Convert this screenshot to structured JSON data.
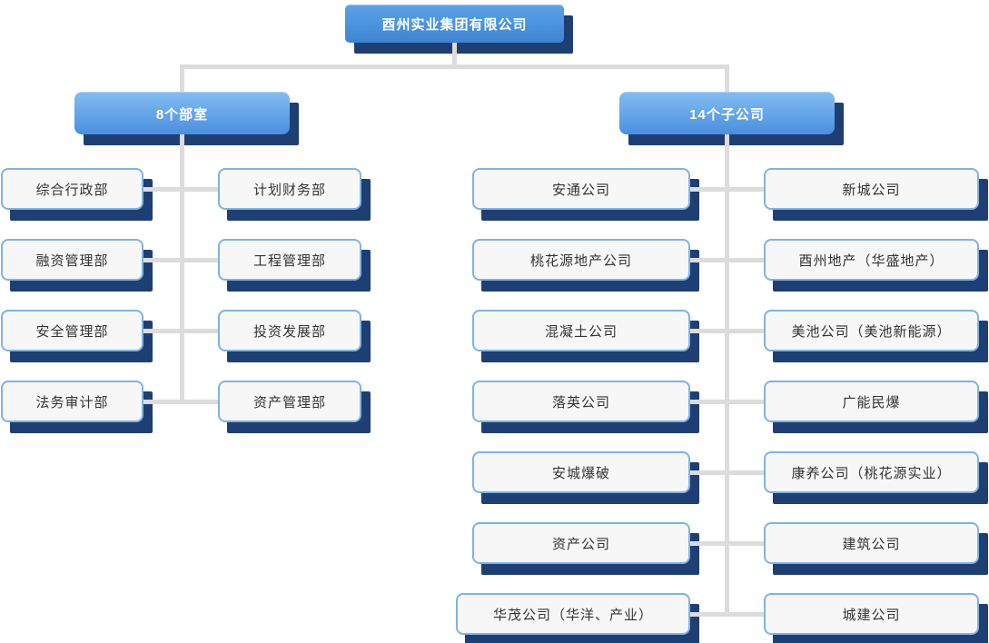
{
  "org": {
    "root_label": "酉州实业集团有限公司",
    "departments": {
      "header": "8个部室",
      "left_column": [
        "综合行政部",
        "融资管理部",
        "安全管理部",
        "法务审计部"
      ],
      "right_column": [
        "计划财务部",
        "工程管理部",
        "投资发展部",
        "资产管理部"
      ]
    },
    "subsidiaries": {
      "header": "14个子公司",
      "left_column": [
        "安通公司",
        "桃花源地产公司",
        "混凝土公司",
        "落英公司",
        "安城爆破",
        "资产公司",
        "华茂公司（华洋、产业）"
      ],
      "right_column": [
        "新城公司",
        "酉州地产（华盛地产）",
        "美池公司（美池新能源）",
        "广能民爆",
        "康养公司（桃花源实业）",
        "建筑公司",
        "城建公司"
      ]
    }
  },
  "colors": {
    "root_gradient_top": "#59a3e8",
    "root_gradient_bottom": "#3e84d2",
    "header_gradient_top": "#82bcf1",
    "header_gradient_bottom": "#4a8fdf",
    "shadow_navy": "#1e3f73",
    "connector_gray": "#dcdcdc",
    "box_fill": "#f7f7f7",
    "box_border": "#7eb3e7",
    "box_text": "#333333"
  }
}
